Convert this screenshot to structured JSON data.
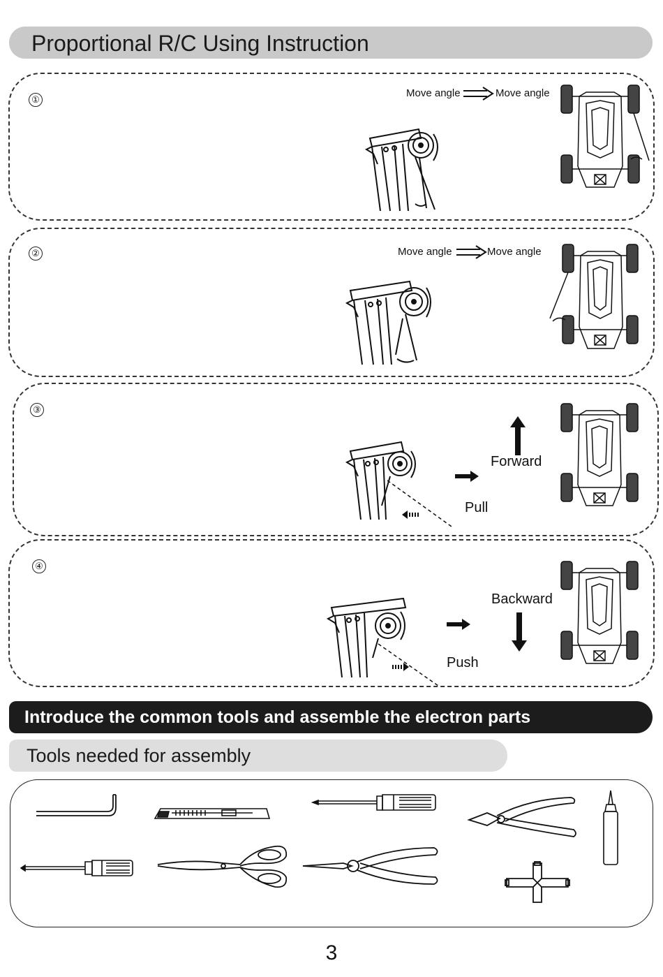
{
  "header": {
    "title": "Proportional R/C Using Instruction"
  },
  "steps": [
    {
      "number": "①",
      "from_label": "Move angle",
      "to_label": "Move angle"
    },
    {
      "number": "②",
      "from_label": "Move angle",
      "to_label": "Move angle"
    },
    {
      "number": "③",
      "direction_label": "Forward",
      "action_label": "Pull"
    },
    {
      "number": "④",
      "direction_label": "Backward",
      "action_label": "Push"
    }
  ],
  "tools_section": {
    "title": "Introduce the common tools and assemble the electron parts",
    "subtitle": "Tools needed for assembly",
    "tools": [
      "hex-key",
      "utility-knife",
      "phillips-screwdriver-small",
      "side-cutters",
      "oil-bottle",
      "flat-screwdriver",
      "scissors",
      "needle-nose-pliers",
      "cross-wrench"
    ]
  },
  "footer": {
    "page_number": "3"
  }
}
